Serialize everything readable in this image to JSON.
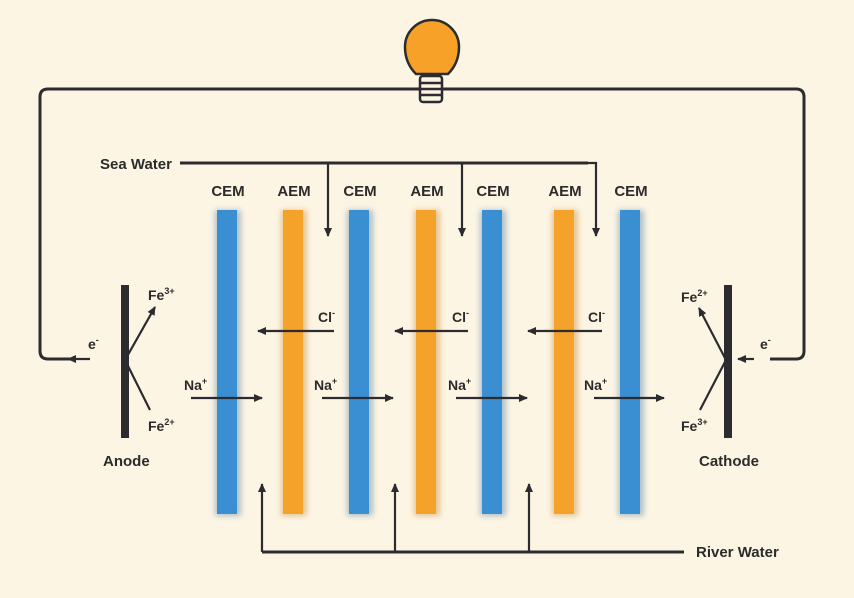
{
  "labels": {
    "sea_water": "Sea Water",
    "river_water": "River Water",
    "anode": "Anode",
    "cathode": "Cathode",
    "electron": "e",
    "electron_charge": "-"
  },
  "membranes": [
    {
      "label": "CEM",
      "type": "cation-exchange",
      "color": "#3a8fd2"
    },
    {
      "label": "AEM",
      "type": "anion-exchange",
      "color": "#f5a22b"
    },
    {
      "label": "CEM",
      "type": "cation-exchange",
      "color": "#3a8fd2"
    },
    {
      "label": "AEM",
      "type": "anion-exchange",
      "color": "#f5a22b"
    },
    {
      "label": "CEM",
      "type": "cation-exchange",
      "color": "#3a8fd2"
    },
    {
      "label": "AEM",
      "type": "anion-exchange",
      "color": "#f5a22b"
    },
    {
      "label": "CEM",
      "type": "cation-exchange",
      "color": "#3a8fd2"
    }
  ],
  "ions": {
    "chloride": {
      "symbol": "Cl",
      "charge": "-"
    },
    "sodium": {
      "symbol": "Na",
      "charge": "+"
    }
  },
  "anode_reaction": {
    "top": {
      "symbol": "Fe",
      "charge": "3+"
    },
    "bottom": {
      "symbol": "Fe",
      "charge": "2+"
    }
  },
  "cathode_reaction": {
    "top": {
      "symbol": "Fe",
      "charge": "2+"
    },
    "bottom": {
      "symbol": "Fe",
      "charge": "3+"
    }
  },
  "colors": {
    "background": "#fdf5e4",
    "wire": "#2b2b30",
    "bulb": "#f7a128",
    "cem": "#3a8fd2",
    "aem": "#f5a22b"
  },
  "icons": {
    "bulb": "light-bulb-icon"
  }
}
